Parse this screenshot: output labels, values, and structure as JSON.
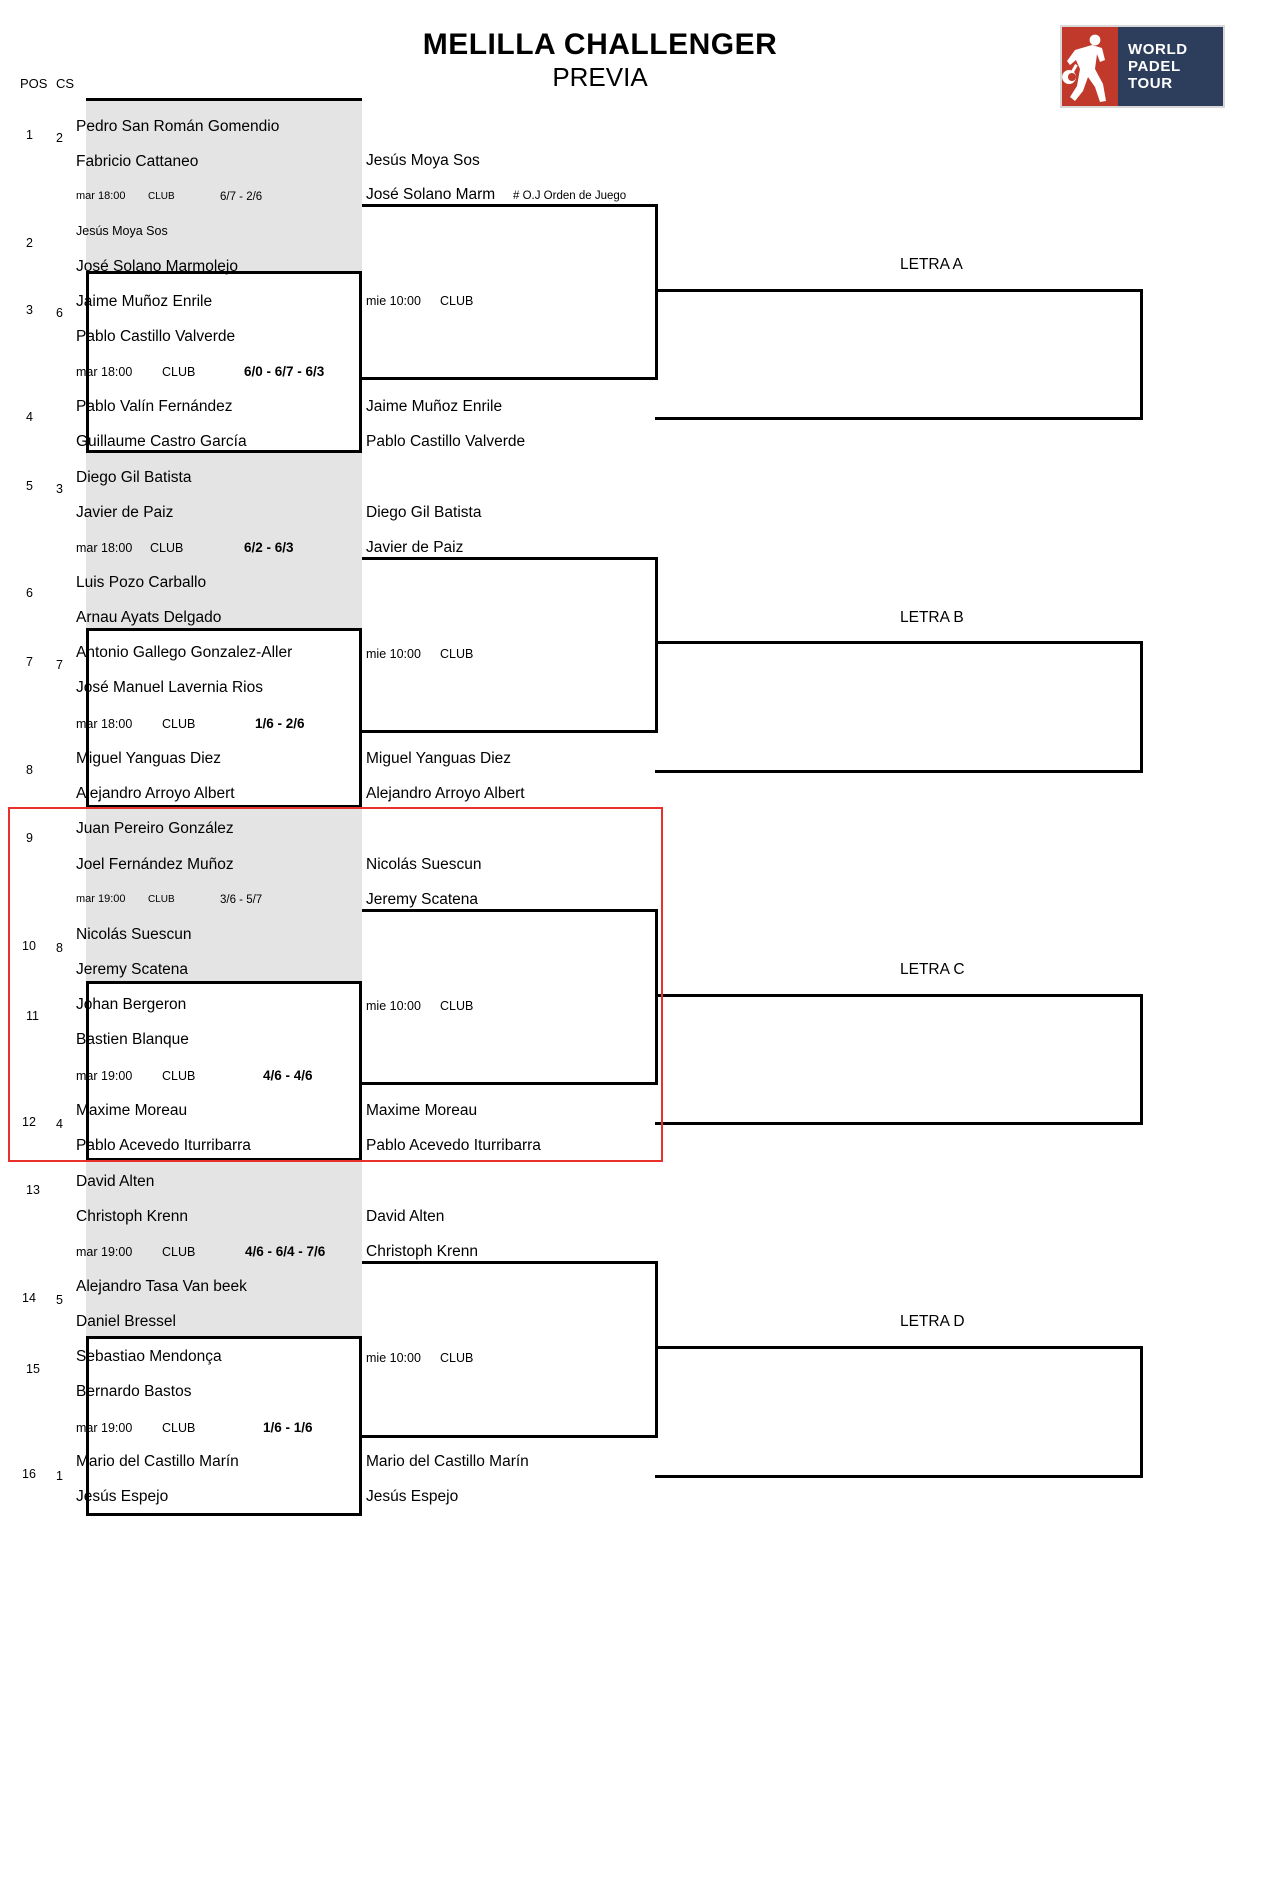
{
  "header": {
    "title": "MELILLA CHALLENGER",
    "subtitle": "PREVIA",
    "logo": {
      "line1": "WORLD",
      "line2": "PADEL",
      "line3": "TOUR"
    }
  },
  "columns": {
    "pos": "POS",
    "cs": "CS"
  },
  "legend": {
    "oj_note": "# O.J Orden de Juego"
  },
  "round1": [
    {
      "pos_top": "1",
      "cs_top": "2",
      "pos_bottom": "2",
      "cs_bottom": "",
      "p1a": "Pedro San Román Gomendio",
      "p1b": "Fabricio Cattaneo",
      "p2a": "Jesús Moya Sos",
      "p2b": "José Solano Marmolejo",
      "day": "mar 18:00",
      "court": "CLUB",
      "score": "6/7 - 2/6",
      "shaded": true,
      "small_meta": true
    },
    {
      "pos_top": "3",
      "cs_top": "6",
      "pos_bottom": "4",
      "cs_bottom": "",
      "p1a": "Jaime Muñoz Enrile",
      "p1b": "Pablo Castillo Valverde",
      "p2a": "Pablo Valín Fernández",
      "p2b": "Guillaume Castro García",
      "day": "mar 18:00",
      "court": "CLUB",
      "score": "6/0 - 6/7 - 6/3",
      "shaded": false,
      "small_meta": false
    },
    {
      "pos_top": "5",
      "cs_top": "3",
      "pos_bottom": "6",
      "cs_bottom": "",
      "p1a": "Diego Gil Batista",
      "p1b": "Javier de Paiz",
      "p2a": "Luis Pozo Carballo",
      "p2b": "Arnau Ayats Delgado",
      "day": "mar 18:00",
      "court": "CLUB",
      "score": "6/2 - 6/3",
      "shaded": true,
      "small_meta": false
    },
    {
      "pos_top": "7",
      "cs_top": "7",
      "pos_bottom": "8",
      "cs_bottom": "",
      "p1a": "Antonio Gallego Gonzalez-Aller",
      "p1b": "José Manuel  Lavernia  Rios",
      "p2a": "Miguel Yanguas Diez",
      "p2b": "Alejandro Arroyo Albert",
      "day": "mar 18:00",
      "court": "CLUB",
      "score": "1/6 - 2/6",
      "shaded": false,
      "small_meta": false
    },
    {
      "pos_top": "9",
      "cs_top": "",
      "pos_bottom": "10",
      "cs_bottom": "8",
      "p1a": "Juan Pereiro González",
      "p1b": "Joel Fernández Muñoz",
      "p2a": "Nicolás Suescun",
      "p2b": "Jeremy Scatena",
      "day": "mar 19:00",
      "court": "CLUB",
      "score": "3/6 - 5/7",
      "shaded": true,
      "small_meta": true
    },
    {
      "pos_top": "11",
      "cs_top": "",
      "pos_bottom": "12",
      "cs_bottom": "4",
      "p1a": "Johan Bergeron",
      "p1b": "Bastien Blanque",
      "p2a": "Maxime Moreau",
      "p2b": "Pablo Acevedo Iturribarra",
      "day": "mar 19:00",
      "court": "CLUB",
      "score": "4/6 - 4/6",
      "shaded": false,
      "small_meta": false
    },
    {
      "pos_top": "13",
      "cs_top": "",
      "pos_bottom": "14",
      "cs_bottom": "5",
      "p1a": "David Alten",
      "p1b": "Christoph Krenn",
      "p2a": "Alejandro Tasa Van beek",
      "p2b": "Daniel Bressel",
      "day": "mar 19:00",
      "court": "CLUB",
      "score": "4/6 - 6/4 - 7/6",
      "shaded": true,
      "small_meta": false
    },
    {
      "pos_top": "15",
      "cs_top": "",
      "pos_bottom": "16",
      "cs_bottom": "1",
      "p1a": "Sebastiao Mendonça",
      "p1b": "Bernardo Bastos",
      "p2a": "Mario del Castillo Marín",
      "p2b": "Jesús Espejo",
      "day": "mar 19:00",
      "court": "CLUB",
      "score": "1/6 - 1/6",
      "shaded": false,
      "small_meta": false
    }
  ],
  "round2": [
    {
      "top_a": "Jesús Moya Sos",
      "top_b": "José Solano Marm",
      "bot_a": "Jaime Muñoz Enrile",
      "bot_b": "Pablo Castillo Valverde",
      "day": "mie 10:00",
      "court": "CLUB",
      "has_oj": true
    },
    {
      "top_a": "Diego Gil Batista",
      "top_b": "Javier de Paiz",
      "bot_a": "Miguel Yanguas Diez",
      "bot_b": "Alejandro Arroyo Albert",
      "day": "mie 10:00",
      "court": "CLUB",
      "has_oj": false
    },
    {
      "top_a": "Nicolás Suescun",
      "top_b": "Jeremy Scatena",
      "bot_a": "Maxime Moreau",
      "bot_b": "Pablo Acevedo Iturribarra",
      "day": "mie 10:00",
      "court": "CLUB",
      "has_oj": false
    },
    {
      "top_a": "David Alten",
      "top_b": "Christoph Krenn",
      "bot_a": "Mario del Castillo Marín",
      "bot_b": "Jesús Espejo",
      "day": "mie 10:00",
      "court": "CLUB",
      "has_oj": false
    }
  ],
  "round3": [
    {
      "label": "LETRA A"
    },
    {
      "label": "LETRA B"
    },
    {
      "label": "LETRA C"
    },
    {
      "label": "LETRA D"
    }
  ],
  "colors": {
    "shade": "#e4e4e4",
    "highlight": "#e8312a",
    "logo_red": "#c0392b",
    "logo_blue": "#2c3e5c"
  }
}
